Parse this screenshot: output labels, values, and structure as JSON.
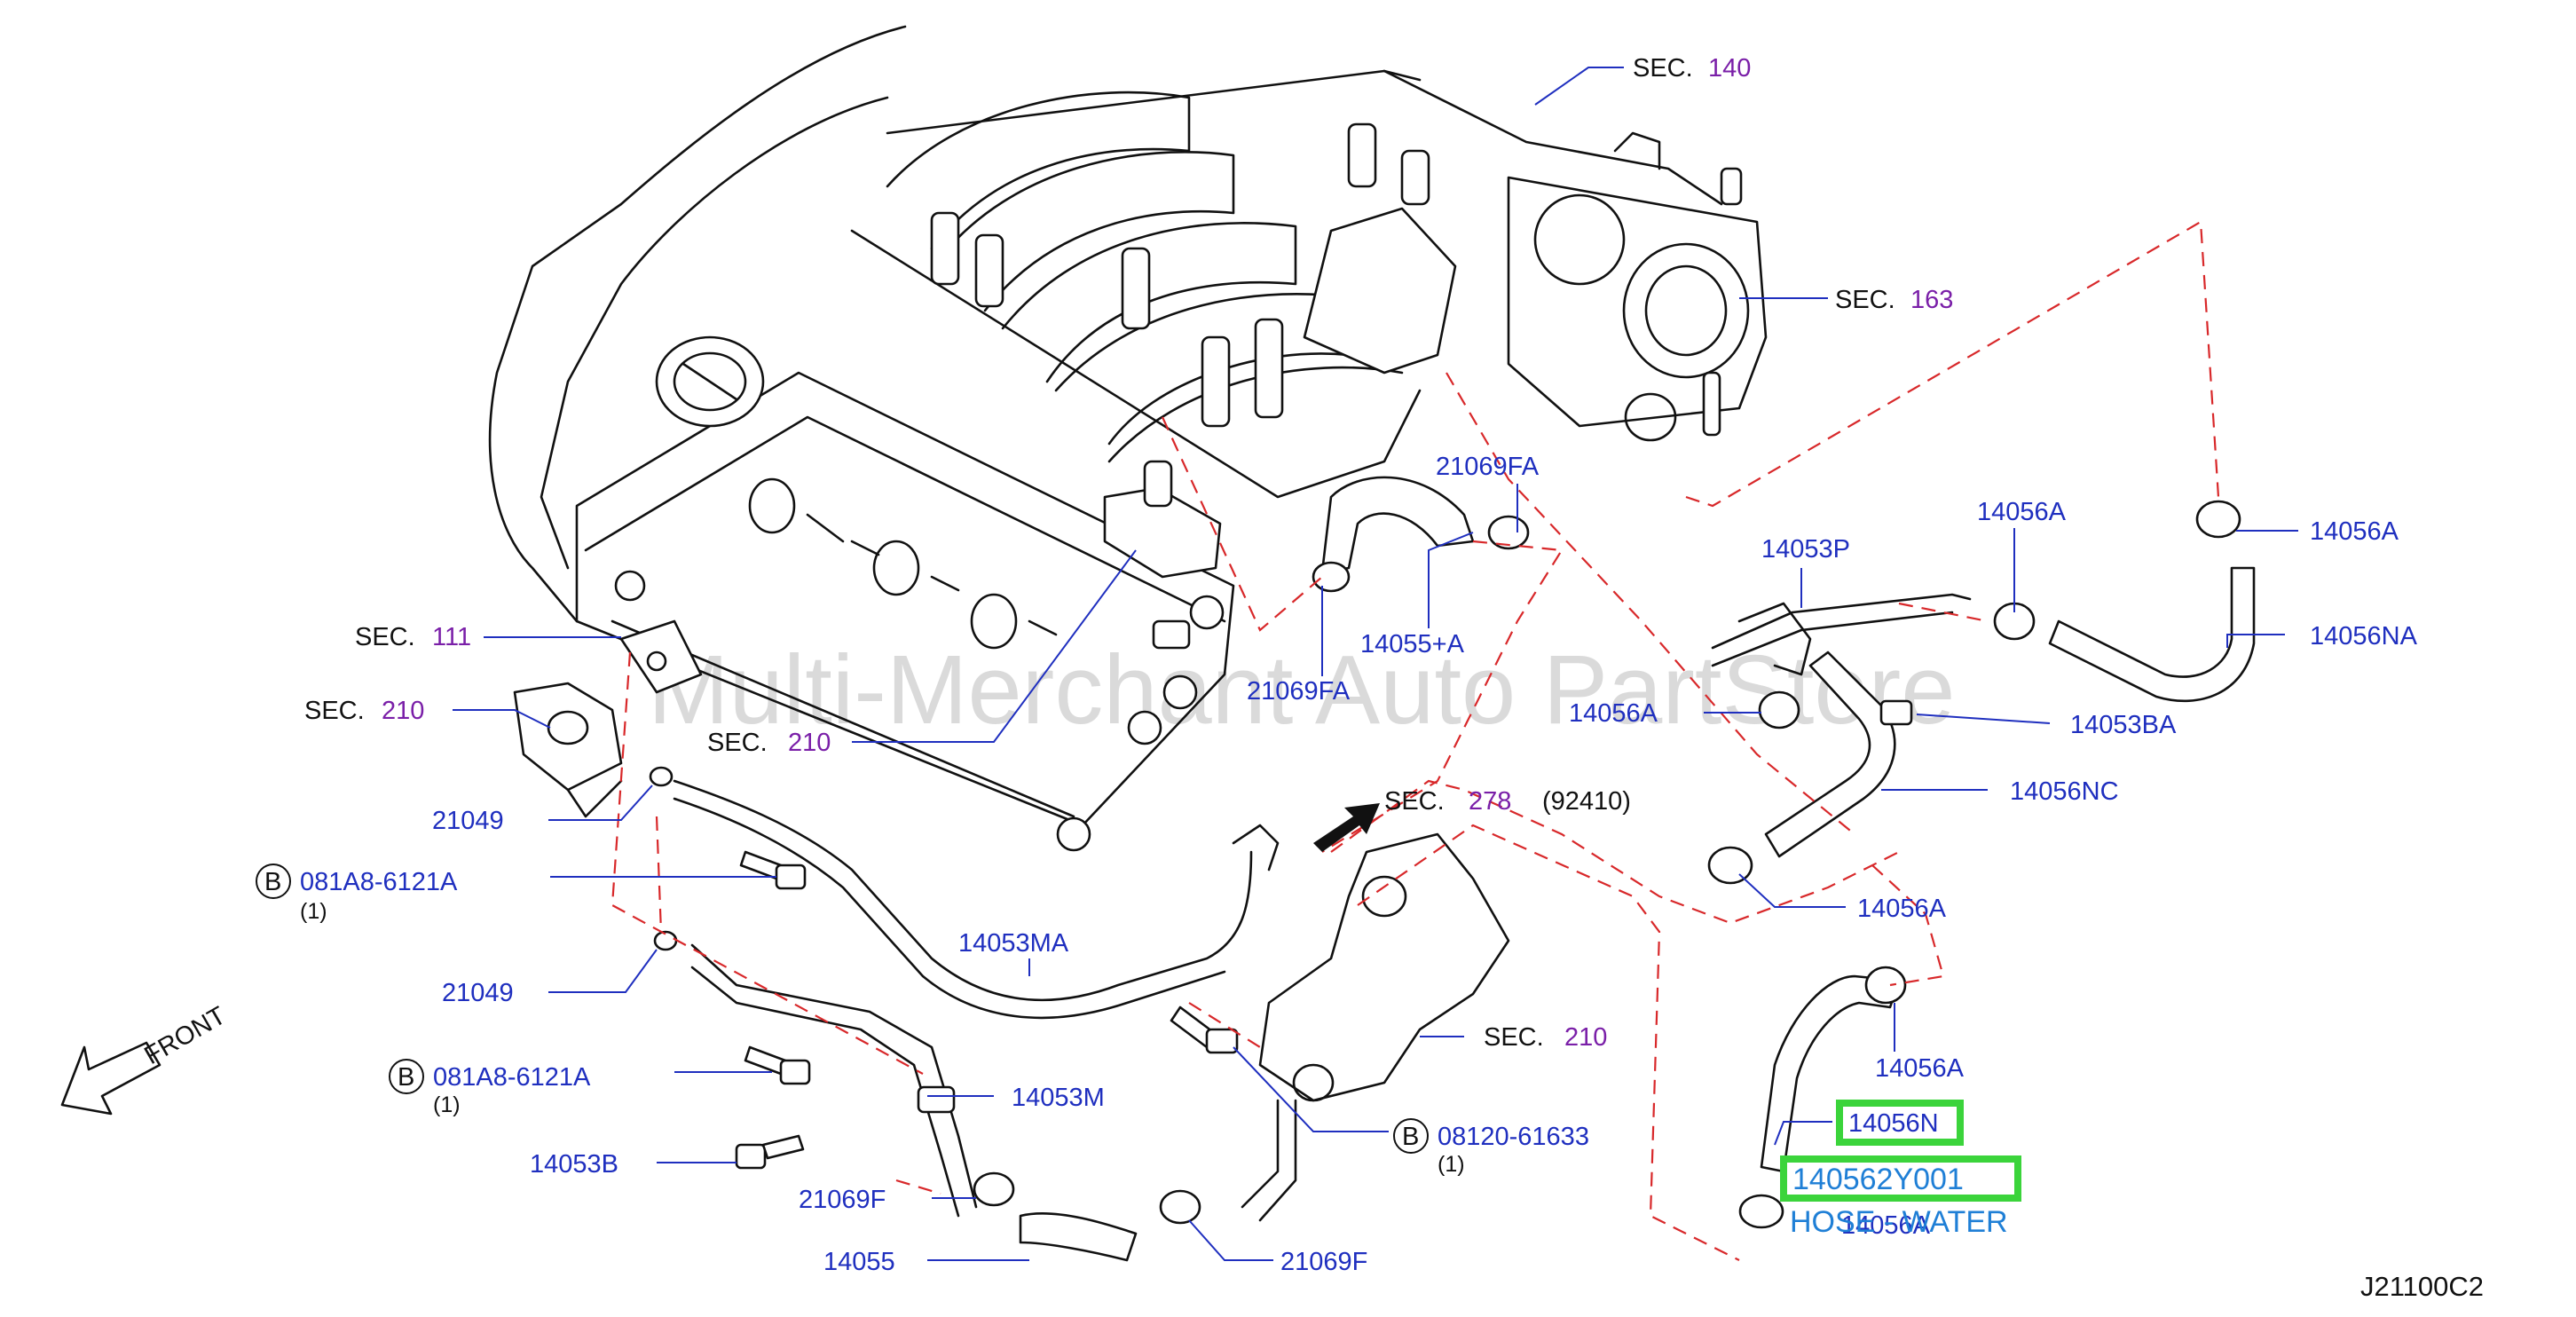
{
  "watermark": "Multi-Merchant Auto PartStore",
  "diagram_code": "J21100C2",
  "front_label": "FRONT",
  "sections": {
    "sec_word": "SEC.",
    "s140": "140",
    "s163": "163",
    "s111": "111",
    "s210a": "210",
    "s210b": "210",
    "s278": "278",
    "s278_ref": "(92410)",
    "s210c": "210"
  },
  "labels": {
    "p21069FA_top": "21069FA",
    "p14055A": "14055+A",
    "p21069FA_bot": "21069FA",
    "p14053P": "14053P",
    "p14056A_1": "14056A",
    "p14056A_2": "14056A",
    "p14056NA": "14056NA",
    "p14056A_3": "14056A",
    "p14053BA": "14053BA",
    "p14056NC": "14056NC",
    "p14056A_4": "14056A",
    "p14056A_5": "14056A",
    "p14056N": "14056N",
    "p14056A_6": "14056A",
    "p21049_1": "21049",
    "p21049_2": "21049",
    "p081A8_1": "081A8-6121A",
    "p081A8_1_qty": "(1)",
    "p081A8_2": "081A8-6121A",
    "p081A8_2_qty": "(1)",
    "p14053MA": "14053MA",
    "p14053M": "14053M",
    "p14053B": "14053B",
    "p21069F_1": "21069F",
    "p14055": "14055",
    "p21069F_2": "21069F",
    "p08120": "08120-61633",
    "p08120_qty": "(1)",
    "b_marker": "B"
  },
  "highlight": {
    "part_number": "140562Y001",
    "description": "HOSE - WATER",
    "box_color": "#3bd43b",
    "text_color": "#1f7fd6"
  },
  "colors": {
    "label_blue": "#1f2fbf",
    "section_purple": "#7a1fa8",
    "dashed_red": "#d8282a"
  }
}
